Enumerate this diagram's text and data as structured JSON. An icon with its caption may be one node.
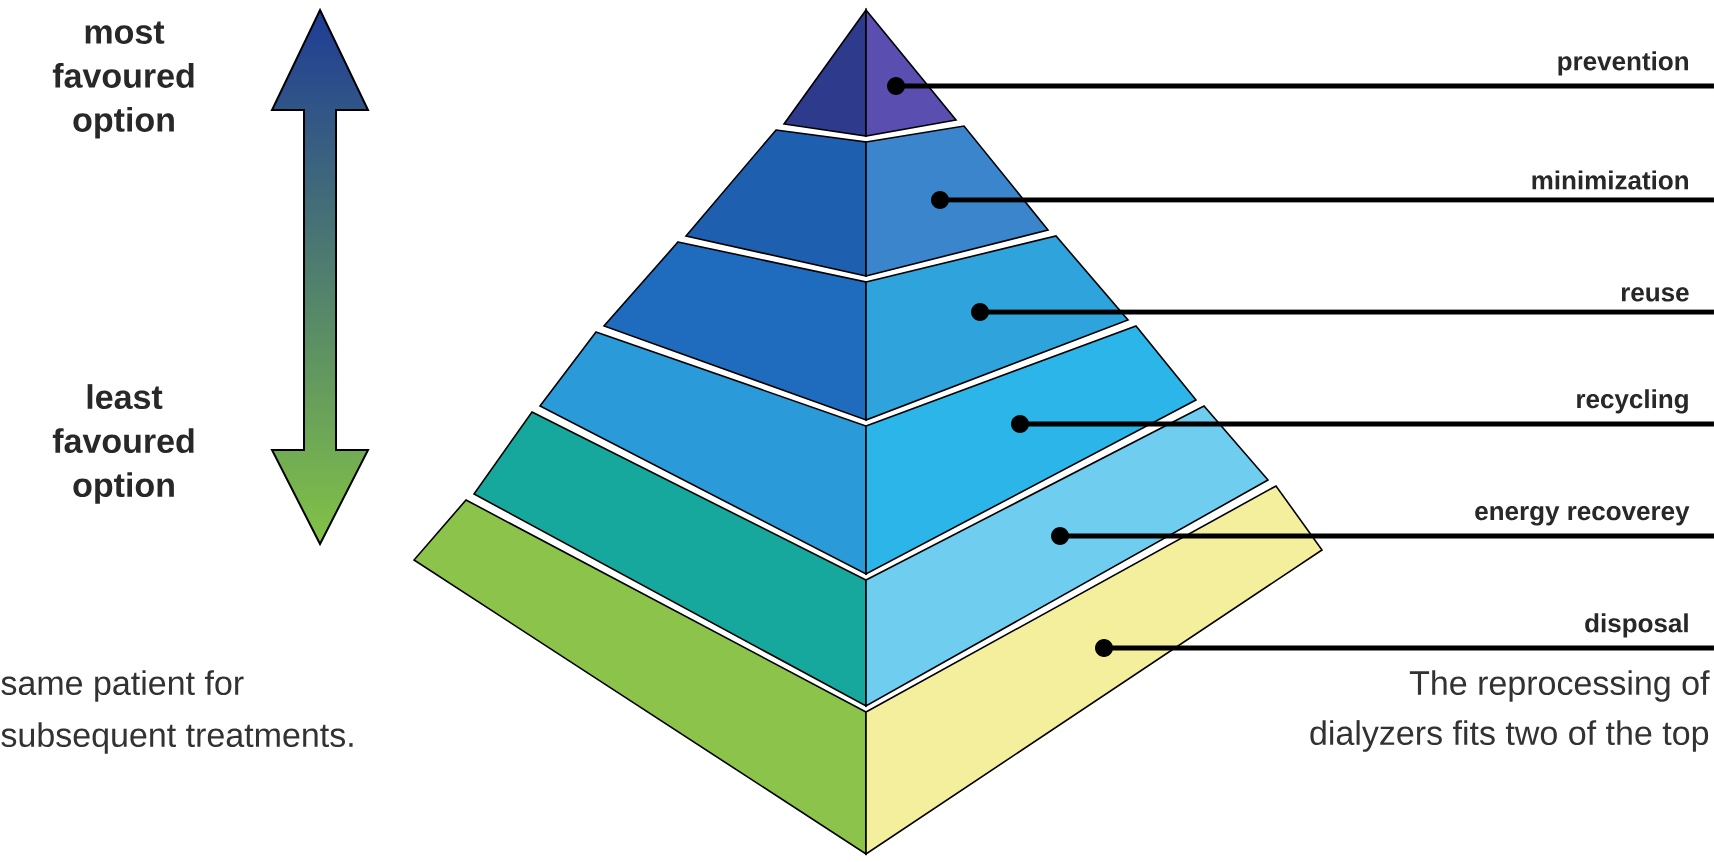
{
  "diagram": {
    "nodes": [
      {
        "text": [
          "prevention"
        ]
      },
      {
        "text": [
          "minimization"
        ]
      },
      {
        "text": [
          "reuse"
        ]
      },
      {
        "text": [
          "recycling"
        ]
      },
      {
        "text": [
          "energy recoverey"
        ]
      },
      {
        "text": [
          "disposal"
        ]
      },
      {
        "text": [],
        "shape": "box"
      },
      {
        "text": [],
        "shape": "box"
      },
      {
        "text": [],
        "shape": "box"
      },
      {
        "text": [],
        "shape": "box"
      },
      {
        "text": [],
        "shape": "box"
      },
      {
        "text": [],
        "shape": "box"
      }
    ],
    "edges": [
      {
        "from": 0,
        "to": 6,
        "arrow": "other"
      },
      {
        "from": 1,
        "to": 7,
        "arrow": "other"
      },
      {
        "from": 2,
        "to": 8,
        "arrow": "other"
      },
      {
        "from": 3,
        "to": 9,
        "arrow": "other"
      },
      {
        "from": 4,
        "to": 10,
        "arrow": "other"
      },
      {
        "from": 5,
        "to": 11,
        "arrow": "other"
      }
    ],
    "labels": [
      "most favoured option",
      "least favoured option",
      "same patient for",
      "subsequent treatments.",
      "The reprocessing of",
      "dialyzers fits two of the top"
    ]
  }
}
